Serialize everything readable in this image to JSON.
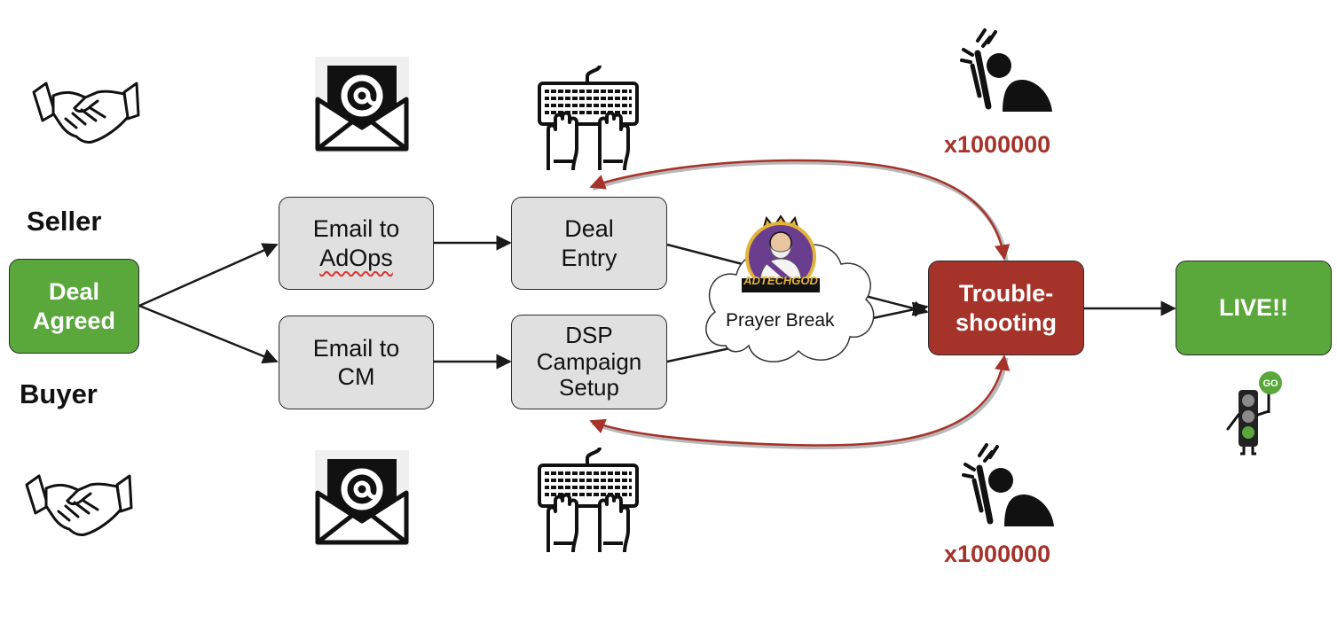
{
  "labels": {
    "seller": "Seller",
    "buyer": "Buyer",
    "prayer_break": "Prayer Break",
    "badge_text": "ADTECHGOD",
    "go_sign": "GO"
  },
  "boxes": {
    "deal_agreed": "Deal\nAgreed",
    "email_adops_line1": "Email to",
    "email_adops_line2": "AdOps",
    "email_cm": "Email to\nCM",
    "deal_entry": "Deal\nEntry",
    "dsp_setup": "DSP\nCampaign\nSetup",
    "troubleshooting": "Trouble-\nshooting",
    "live": "LIVE!!"
  },
  "counts": {
    "top": "x1000000",
    "bottom": "x1000000"
  },
  "colors": {
    "green": "#5aa83c",
    "red": "#a5332a",
    "grey_box": "#e0e0e0",
    "feedback_arrow": "#a5332a"
  },
  "icons": [
    "handshake-icon",
    "email-at-icon",
    "keyboard-typing-icon",
    "frustration-icon",
    "traffic-light-icon",
    "cloud-icon",
    "adtech-god-icon"
  ]
}
